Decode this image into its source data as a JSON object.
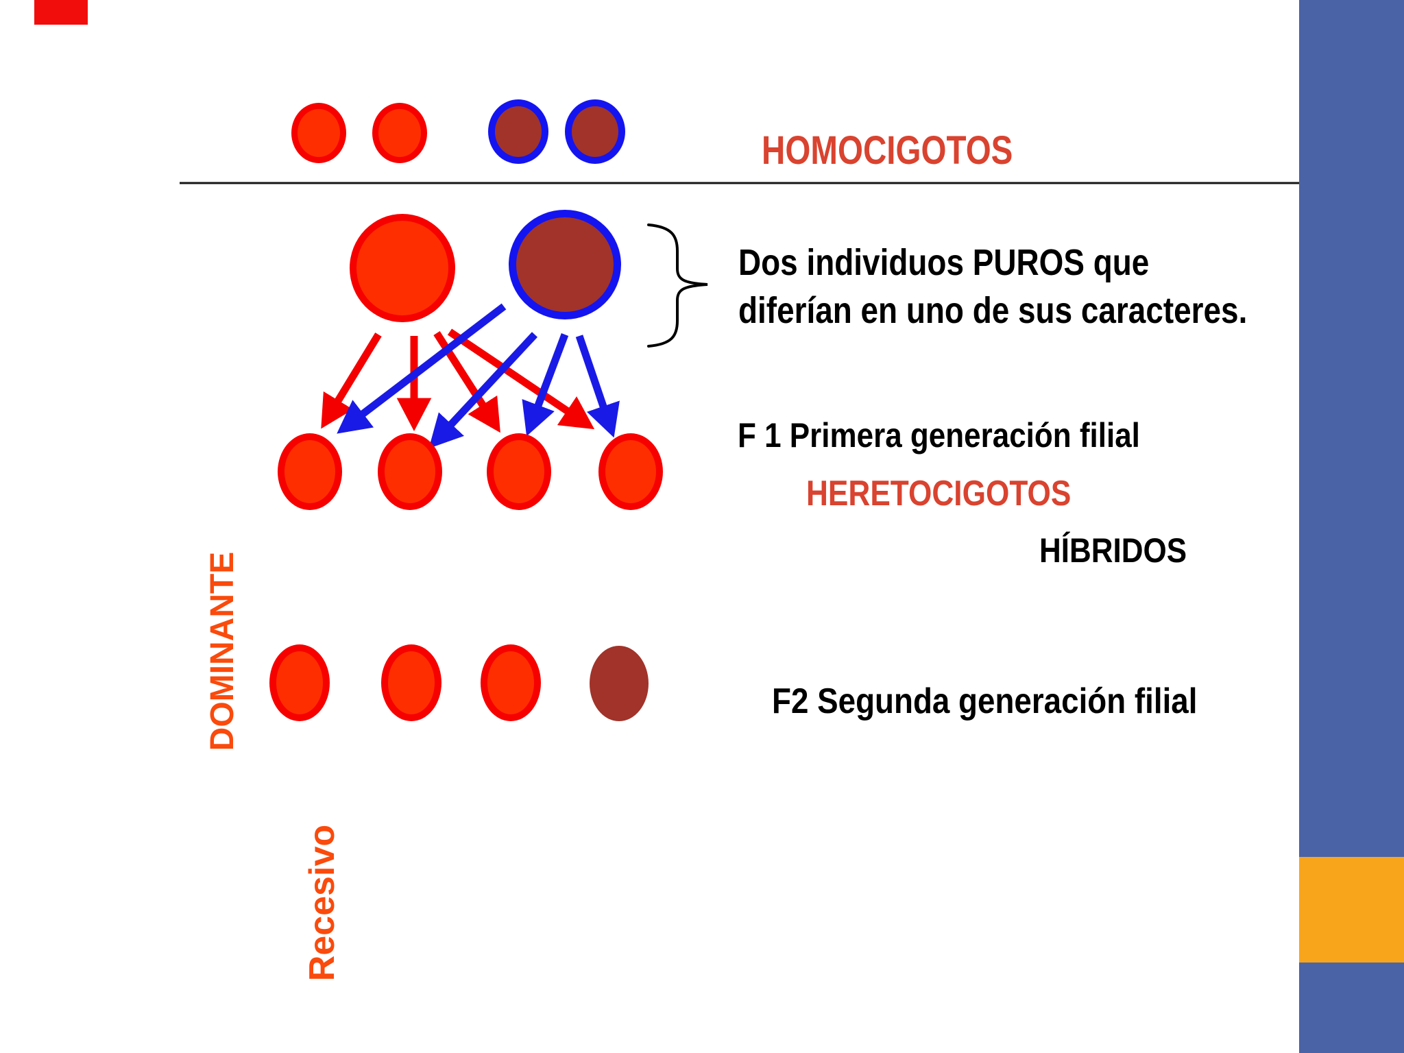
{
  "texts": {
    "homocigotos": "HOMOCIGOTOS",
    "puros_line1": "Dos individuos PUROS que",
    "puros_line2": "diferían en uno de sus caracteres.",
    "f1_caption": "F 1 Primera generación filial",
    "heterocigotos_label": "HERETOCIGOTOS",
    "hibridos_label": "HÍBRIDOS",
    "f2_caption": "F2 Segunda generación filial",
    "dominante_label": "DOMINANTE",
    "recesivo_label": "Recesivo"
  },
  "colors": {
    "dominant_fill": "#ff2e00",
    "dominant_ring": "#f60000",
    "recessive_fill": "#a1332a",
    "recessive_ring": "#1414f0",
    "arrow_red": "#f40000",
    "arrow_blue": "#1a1ae6",
    "accent_text_red": "#d9432f",
    "accent_text_orange": "#fa4a0c",
    "sidebar_blue": "#4a63a6",
    "sidebar_orange": "#f9a51c",
    "text_black": "#000000"
  },
  "diagram": {
    "homozygous_row": [
      "dominant",
      "dominant",
      "recessive",
      "recessive"
    ],
    "parents": [
      "pure-dominant",
      "pure-recessive"
    ],
    "f1_offspring": [
      "heterozygous",
      "heterozygous",
      "heterozygous",
      "heterozygous"
    ],
    "f2_offspring": [
      "dominant",
      "dominant",
      "dominant",
      "recessive"
    ]
  }
}
